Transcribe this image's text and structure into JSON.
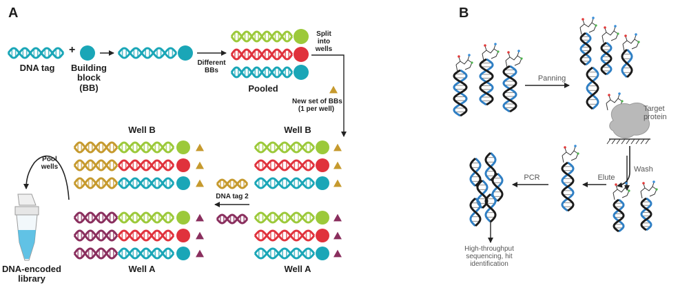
{
  "panel_a": {
    "letter": "A",
    "dna_tag": "DNA tag",
    "building_block": [
      "Building",
      "block",
      "(BB)"
    ],
    "plus": "+",
    "different_bbs": [
      "Different",
      "BBs"
    ],
    "pooled": "Pooled",
    "split_into_wells": [
      "Split",
      "into",
      "wells"
    ],
    "new_set": [
      "New set of BBs",
      "(1 per well)"
    ],
    "well_b_top": "Well B",
    "well_b_left": "Well B",
    "well_a_bottom_right": "Well A",
    "well_a_bottom_left": "Well A",
    "dna_tag_2": "DNA tag 2",
    "pool_wells": [
      "Pool",
      "wells"
    ],
    "library": [
      "DNA-encoded",
      "library"
    ]
  },
  "panel_b": {
    "letter": "B",
    "panning": "Panning",
    "target_protein": [
      "Target",
      "protein"
    ],
    "wash": "Wash",
    "elute": "Elute",
    "pcr": "PCR",
    "sequencing": [
      "High-throughput",
      "sequencing, hit",
      "identification"
    ]
  },
  "colors": {
    "teal": "#1aa6b7",
    "lime": "#9cc93a",
    "red": "#e0323c",
    "gold": "#c69a2e",
    "purple": "#8a2f5e",
    "dna_blue": "#2f7fc4",
    "dna_dark": "#1b1b1b",
    "protein": "#b9b9b9"
  }
}
